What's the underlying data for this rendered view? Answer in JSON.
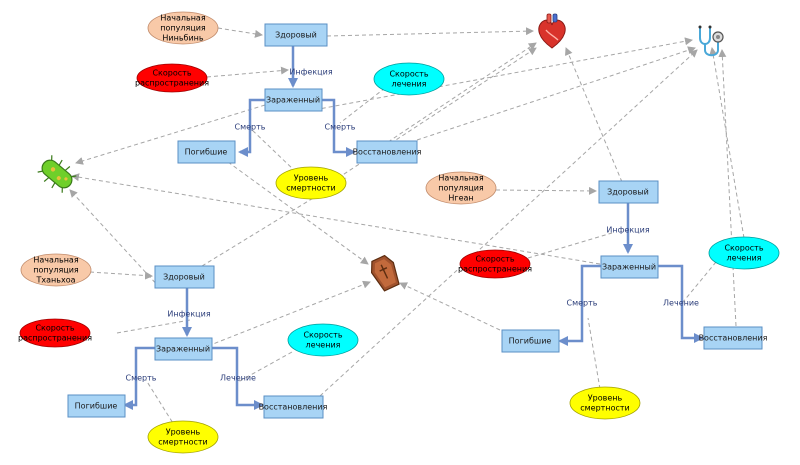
{
  "colors": {
    "stock_fill": "#a8d4f5",
    "stock_stroke": "#5a8fc4",
    "flow": "#6c8ecb",
    "link": "#a6a6a6",
    "param_peach": "#f8c9a8",
    "param_red": "#ff0000",
    "param_cyan": "#00ffff",
    "param_yellow": "#ffff00"
  },
  "icons": {
    "bacteria": "bacteria-icon",
    "heart": "heart-icon",
    "stethoscope": "stethoscope-icon",
    "coffin": "coffin-icon"
  },
  "model1": {
    "init_pop": [
      "Начальная",
      "популяция",
      "Ниньбинь"
    ],
    "spread": [
      "Скорость",
      "распространения"
    ],
    "recovery_rate": [
      "Скорость",
      "лечения"
    ],
    "mortality": [
      "Уровень",
      "смертности"
    ],
    "healthy": "Здоровый",
    "infected": "Зараженный",
    "dead": "Погибшие",
    "recovered": "Восстановления",
    "flow_infection": "Инфекция",
    "flow_death": "Смерть",
    "flow_recovery": "Смерть"
  },
  "model2": {
    "init_pop": [
      "Начальная",
      "популяция",
      "Нгеан"
    ],
    "spread": [
      "Скорость",
      "распространения"
    ],
    "recovery_rate": [
      "Скорость",
      "лечения"
    ],
    "mortality": [
      "Уровень",
      "смертности"
    ],
    "healthy": "Здоровый",
    "infected": "Зараженный",
    "dead": "Погибшие",
    "recovered": "Восстановления",
    "flow_infection": "Инфекция",
    "flow_death": "Смерть",
    "flow_recovery": "Лечение"
  },
  "model3": {
    "init_pop": [
      "Начальная",
      "популяция",
      "Тханьхоа"
    ],
    "spread": [
      "Скорость",
      "распространения"
    ],
    "recovery_rate": [
      "Скорость",
      "лечения"
    ],
    "mortality": [
      "Уровень",
      "смертности"
    ],
    "healthy": "Здоровый",
    "infected": "Зараженный",
    "dead": "Погибшие",
    "recovered": "Восстановления",
    "flow_infection": "Инфекция",
    "flow_death": "Смерть",
    "flow_recovery": "Лечение"
  }
}
